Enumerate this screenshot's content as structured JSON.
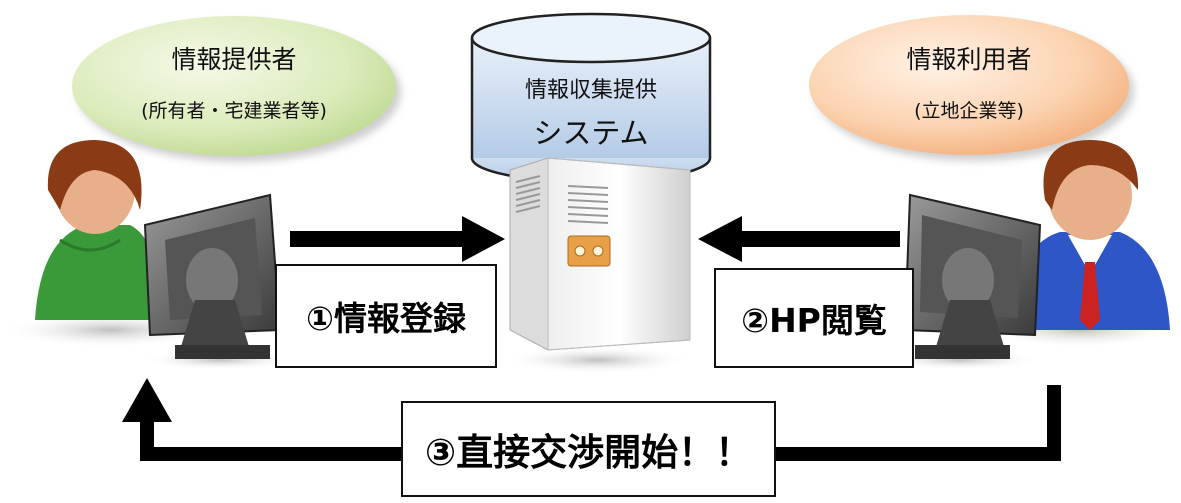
{
  "provider": {
    "title": "情報提供者",
    "subtitle": "(所有者・宅建業者等)"
  },
  "system": {
    "line1": "情報収集提供",
    "line2": "システム"
  },
  "user": {
    "title": "情報利用者",
    "subtitle": "(立地企業等)"
  },
  "steps": {
    "register": "①情報登録",
    "browse": "②HP閲覧",
    "negotiate": "③直接交渉開始！！"
  },
  "colors": {
    "provider_bubble": "#d6e8b0",
    "user_bubble": "#f8c9a0",
    "system_drum": "#c9dcf0",
    "arrow": "#000000",
    "provider_shirt": "#3a9a3a",
    "user_suit": "#2f56c6",
    "user_tie": "#cc2222",
    "hair": "#8a3a14",
    "skin": "#e8b08a",
    "server_led": "#f0a030"
  },
  "icons": [
    "person-provider-icon",
    "person-user-icon",
    "monitor-icon",
    "server-icon",
    "database-drum-icon"
  ]
}
